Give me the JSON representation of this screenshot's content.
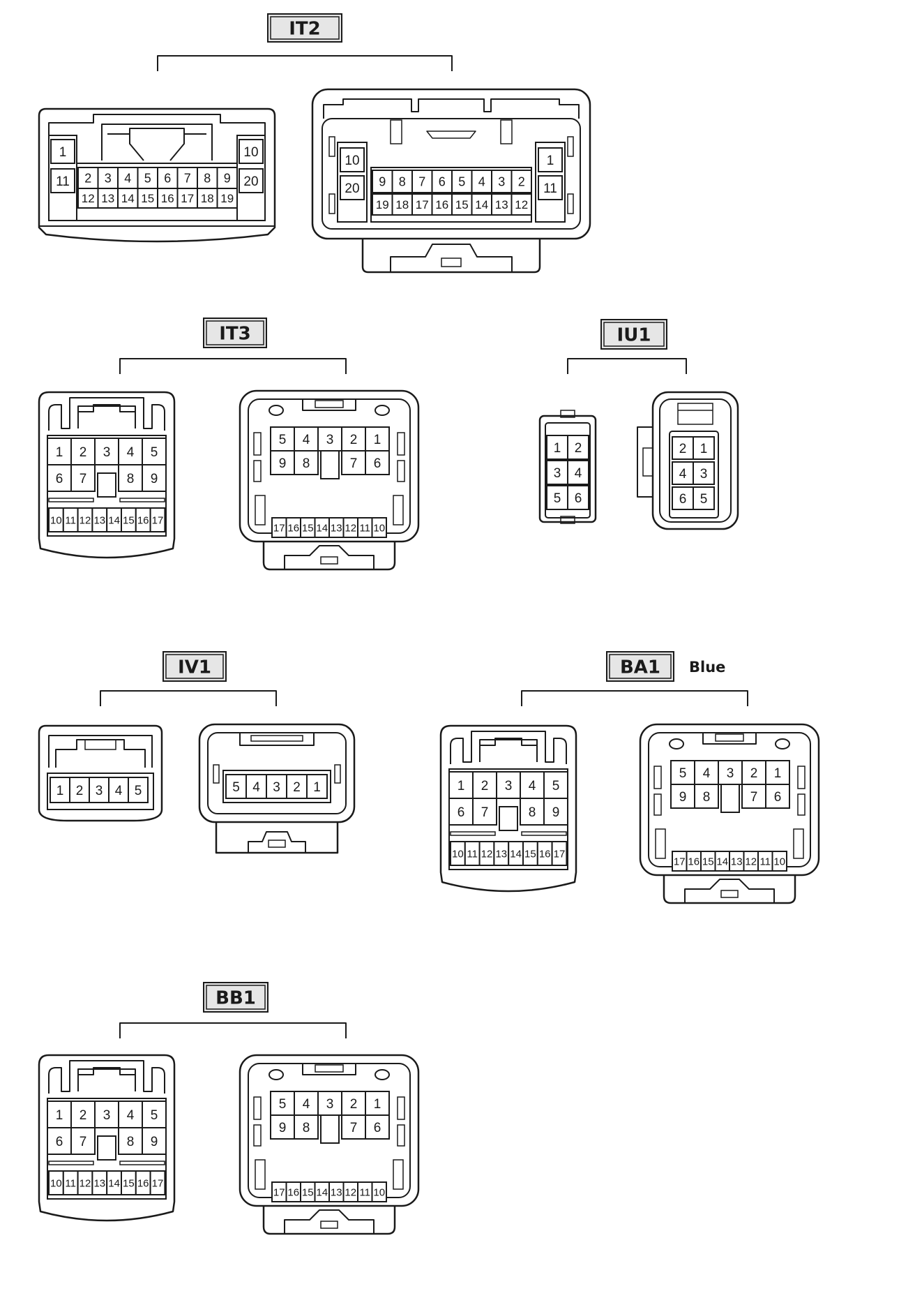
{
  "colors": {
    "stroke": "#1a1a1a",
    "fill": "#ffffff",
    "label_fill": "#e6e6e6"
  },
  "connectors": [
    {
      "id": "IT2",
      "label": "IT2",
      "note": "",
      "male": {
        "top": [
          [
            "1"
          ],
          [
            "11"
          ],
          [
            "2",
            "3",
            "4",
            "5",
            "6",
            "7",
            "8",
            "9"
          ],
          [
            "12",
            "13",
            "14",
            "15",
            "16",
            "17",
            "18",
            "19"
          ],
          [
            "10"
          ],
          [
            "20"
          ]
        ]
      },
      "female": {
        "top": [
          [
            "10"
          ],
          [
            "20"
          ],
          [
            "9",
            "8",
            "7",
            "6",
            "5",
            "4",
            "3",
            "2"
          ],
          [
            "19",
            "18",
            "17",
            "16",
            "15",
            "14",
            "13",
            "12"
          ],
          [
            "1"
          ],
          [
            "11"
          ]
        ]
      }
    },
    {
      "id": "IT3",
      "label": "IT3",
      "note": "",
      "male": {
        "rows": [
          [
            "1",
            "2",
            "3",
            "4",
            "5"
          ],
          [
            "6",
            "7",
            "",
            "8",
            "9"
          ],
          [
            "10",
            "11",
            "12",
            "13",
            "14",
            "15",
            "16",
            "17"
          ]
        ]
      },
      "female": {
        "rows": [
          [
            "5",
            "4",
            "3",
            "2",
            "1"
          ],
          [
            "9",
            "8",
            "",
            "7",
            "6"
          ],
          [
            "17",
            "16",
            "15",
            "14",
            "13",
            "12",
            "11",
            "10"
          ]
        ]
      }
    },
    {
      "id": "IU1",
      "label": "IU1",
      "note": "",
      "male": {
        "rows": [
          [
            "1",
            "2"
          ],
          [
            "3",
            "4"
          ],
          [
            "5",
            "6"
          ]
        ]
      },
      "female": {
        "rows": [
          [
            "2",
            "1"
          ],
          [
            "4",
            "3"
          ],
          [
            "6",
            "5"
          ]
        ]
      }
    },
    {
      "id": "IV1",
      "label": "IV1",
      "note": "",
      "male": {
        "rows": [
          [
            "1",
            "2",
            "3",
            "4",
            "5"
          ]
        ]
      },
      "female": {
        "rows": [
          [
            "5",
            "4",
            "3",
            "2",
            "1"
          ]
        ]
      }
    },
    {
      "id": "BA1",
      "label": "BA1",
      "note": "Blue",
      "male": {
        "rows": [
          [
            "1",
            "2",
            "3",
            "4",
            "5"
          ],
          [
            "6",
            "7",
            "",
            "8",
            "9"
          ],
          [
            "10",
            "11",
            "12",
            "13",
            "14",
            "15",
            "16",
            "17"
          ]
        ]
      },
      "female": {
        "rows": [
          [
            "5",
            "4",
            "3",
            "2",
            "1"
          ],
          [
            "9",
            "8",
            "",
            "7",
            "6"
          ],
          [
            "17",
            "16",
            "15",
            "14",
            "13",
            "12",
            "11",
            "10"
          ]
        ]
      }
    },
    {
      "id": "BB1",
      "label": "BB1",
      "note": "",
      "male": {
        "rows": [
          [
            "1",
            "2",
            "3",
            "4",
            "5"
          ],
          [
            "6",
            "7",
            "",
            "8",
            "9"
          ],
          [
            "10",
            "11",
            "12",
            "13",
            "14",
            "15",
            "16",
            "17"
          ]
        ]
      },
      "female": {
        "rows": [
          [
            "5",
            "4",
            "3",
            "2",
            "1"
          ],
          [
            "9",
            "8",
            "",
            "7",
            "6"
          ],
          [
            "17",
            "16",
            "15",
            "14",
            "13",
            "12",
            "11",
            "10"
          ]
        ]
      }
    }
  ]
}
